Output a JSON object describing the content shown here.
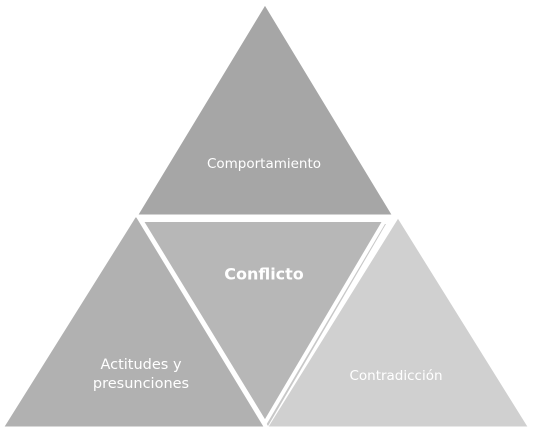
{
  "diagram": {
    "nodes": {
      "top": {
        "label": "Comportamiento",
        "color": "#a6a6a6"
      },
      "center": {
        "label": "Conflicto",
        "color": "#b7b7b7"
      },
      "left": {
        "label_line1": "Actitudes y",
        "label_line2": "presunciones",
        "color": "#b1b1b1"
      },
      "right": {
        "label": "Contradicción",
        "color": "#d0d0d0"
      }
    }
  }
}
